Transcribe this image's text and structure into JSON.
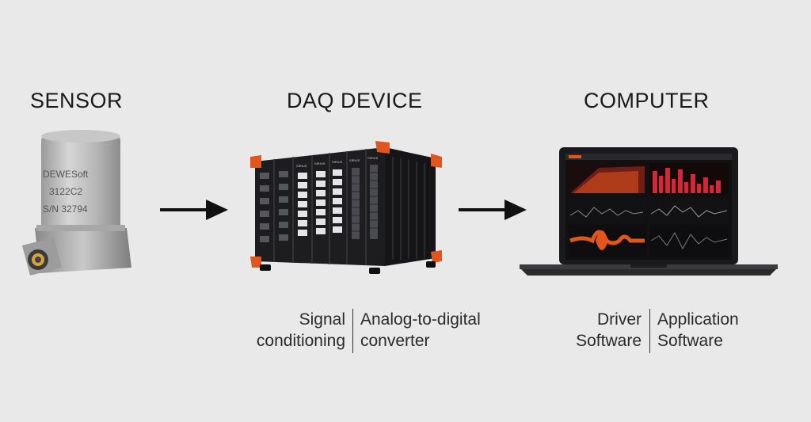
{
  "titles": {
    "sensor": "SENSOR",
    "daq": "DAQ DEVICE",
    "computer": "COMPUTER"
  },
  "sensor_label": {
    "brand": "DEWESoft",
    "model": "3122C2",
    "serial": "S/N 32794"
  },
  "daq_module_label": "SIRIUS",
  "daq_captions": {
    "left_line1": "Signal",
    "left_line2": "conditioning",
    "right_line1": "Analog-to-digital",
    "right_line2": "converter"
  },
  "computer_captions": {
    "left_line1": "Driver",
    "left_line2": "Software",
    "right_line1": "Application",
    "right_line2": "Software"
  },
  "colors": {
    "background": "#e9e9e9",
    "accent_orange": "#e2561d",
    "device_dark": "#1d1d1f",
    "text": "#1a1a1a"
  }
}
